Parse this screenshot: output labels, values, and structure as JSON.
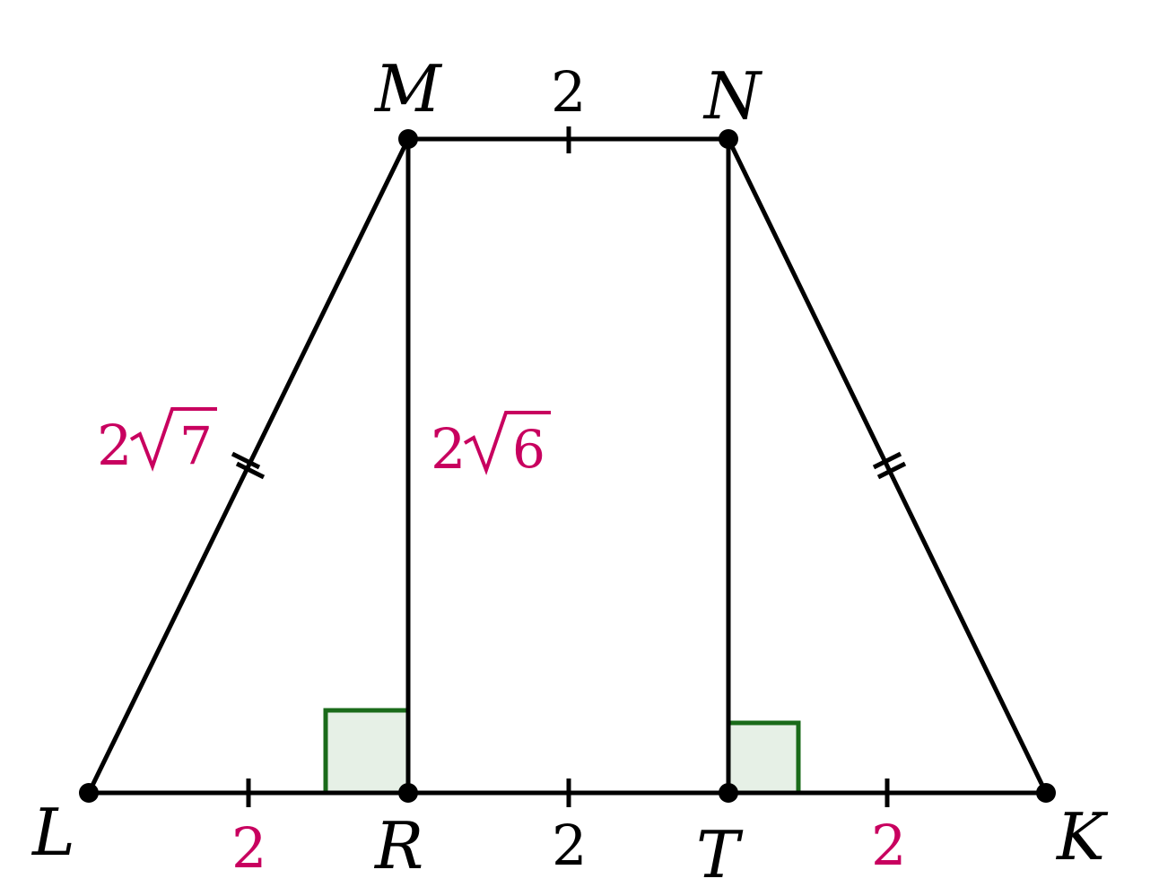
{
  "colors": {
    "line": "#000000",
    "accent": "#c8005f",
    "right_angle_stroke": "#1a6b1a",
    "right_angle_fill": "#e6f0e6"
  },
  "points": {
    "L": "L",
    "M": "M",
    "N": "N",
    "K": "K",
    "R": "R",
    "T": "T"
  },
  "lengths": {
    "MN": "2",
    "LR": "2",
    "RT": "2",
    "TK": "2",
    "LM_coef": "2",
    "LM_radicand": "7",
    "MR_coef": "2",
    "MR_radicand": "6"
  }
}
